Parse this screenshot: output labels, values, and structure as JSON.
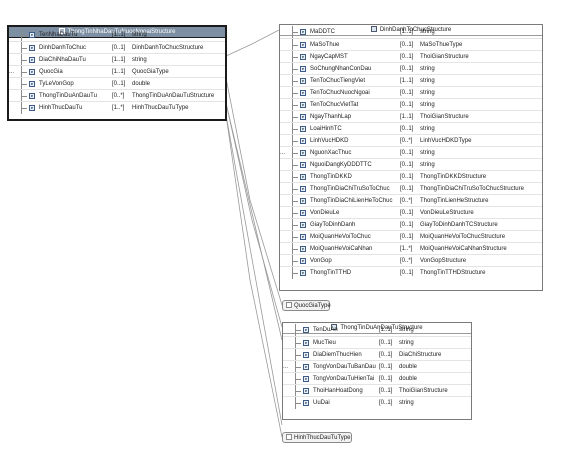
{
  "colors": {
    "dark_header": "#7d8fa3",
    "border": "#7a7a7a",
    "connector": "#9a9a9a"
  },
  "icons": {
    "element": "element-icon",
    "complex_type": "complex-type-icon"
  },
  "boxes": {
    "nuoc_ngoai": {
      "title": "ThongTinNhaDauTuNuocNgoaiStructure",
      "rows": [
        {
          "name": "TenNhaDauTu",
          "card": "[1..1]",
          "type": "string"
        },
        {
          "name": "DinhDanhToChuc",
          "card": "[0..1]",
          "type": "DinhDanhToChucStructure"
        },
        {
          "name": "DiaChiNhaDauTu",
          "card": "[1..1]",
          "type": "string"
        },
        {
          "name": "QuocGia",
          "card": "[1..1]",
          "type": "QuocGiaType"
        },
        {
          "name": "TyLeVonGop",
          "card": "[0..1]",
          "type": "double"
        },
        {
          "name": "ThongTinDuAnDauTu",
          "card": "[0..*]",
          "type": "ThongTinDuAnDauTuStructure"
        },
        {
          "name": "HinhThucDauTu",
          "card": "[1..*]",
          "type": "HinhThucDauTuType"
        }
      ]
    },
    "dinh_danh": {
      "title": "DinhDanhToChucStructure",
      "rows": [
        {
          "name": "MaDDTC",
          "card": "[1..1]",
          "type": "string"
        },
        {
          "name": "MaSoThue",
          "card": "[0..1]",
          "type": "MaSoThueType"
        },
        {
          "name": "NgayCapMST",
          "card": "[0..1]",
          "type": "ThoiGianStructure"
        },
        {
          "name": "SoChungNhanConDau",
          "card": "[0..1]",
          "type": "string"
        },
        {
          "name": "TenToChucTiengViet",
          "card": "[1..1]",
          "type": "string"
        },
        {
          "name": "TenToChucNuocNgoai",
          "card": "[0..1]",
          "type": "string"
        },
        {
          "name": "TenToChucVietTat",
          "card": "[0..1]",
          "type": "string"
        },
        {
          "name": "NgayThanhLap",
          "card": "[1..1]",
          "type": "ThoiGianStructure"
        },
        {
          "name": "LoaiHinhTC",
          "card": "[0..1]",
          "type": "string"
        },
        {
          "name": "LinhVucHDKD",
          "card": "[0..*]",
          "type": "LinhVucHDKDType"
        },
        {
          "name": "NguonXacThuc",
          "card": "[0..1]",
          "type": "string"
        },
        {
          "name": "NguoiDangKyDDDTTC",
          "card": "[0..1]",
          "type": "string"
        },
        {
          "name": "ThongTinDKKD",
          "card": "[0..1]",
          "type": "ThongTinDKKDStructure"
        },
        {
          "name": "ThongTinDiaChiTruSoToChuc",
          "card": "[0..1]",
          "type": "ThongTinDiaChiTruSoToChucStructure"
        },
        {
          "name": "ThongTinDiaChiLienHeToChuc",
          "card": "[0..*]",
          "type": "ThongTinLienHeStructure"
        },
        {
          "name": "VonDieuLe",
          "card": "[0..1]",
          "type": "VonDieuLeStructure"
        },
        {
          "name": "GiayToDinhDanh",
          "card": "[0..1]",
          "type": "GiayToDinhDanhTCStructure"
        },
        {
          "name": "MoiQuanHeVoiToChuc",
          "card": "[0..1]",
          "type": "MoiQuanHeVoiToChucStructure"
        },
        {
          "name": "MoiQuanHeVoiCaNhan",
          "card": "[1..*]",
          "type": "MoiQuanHeVoiCaNhanStructure"
        },
        {
          "name": "VonGop",
          "card": "[0..*]",
          "type": "VonGopStructure"
        },
        {
          "name": "ThongTinTTHD",
          "card": "[0..1]",
          "type": "ThongTinTTHDStructure"
        }
      ]
    },
    "du_an": {
      "title": "ThongTinDuAnDauTuStructure",
      "rows": [
        {
          "name": "TenDuAn",
          "card": "[1..1]",
          "type": "string"
        },
        {
          "name": "MucTieu",
          "card": "[0..1]",
          "type": "string"
        },
        {
          "name": "DiaDiemThucHien",
          "card": "[0..1]",
          "type": "DiaChiStructure"
        },
        {
          "name": "TongVonDauTuBanDau",
          "card": "[0..1]",
          "type": "double"
        },
        {
          "name": "TongVonDauTuHienTai",
          "card": "[0..1]",
          "type": "double"
        },
        {
          "name": "ThoiHanHoatDong",
          "card": "[0..1]",
          "type": "ThoiGianStructure"
        },
        {
          "name": "UuDai",
          "card": "[0..1]",
          "type": "string"
        }
      ]
    }
  },
  "refs": {
    "quoc_gia": "QuocGiaType",
    "hinh_thuc": "HinhThucDauTuType"
  },
  "collapse_marker": "..."
}
